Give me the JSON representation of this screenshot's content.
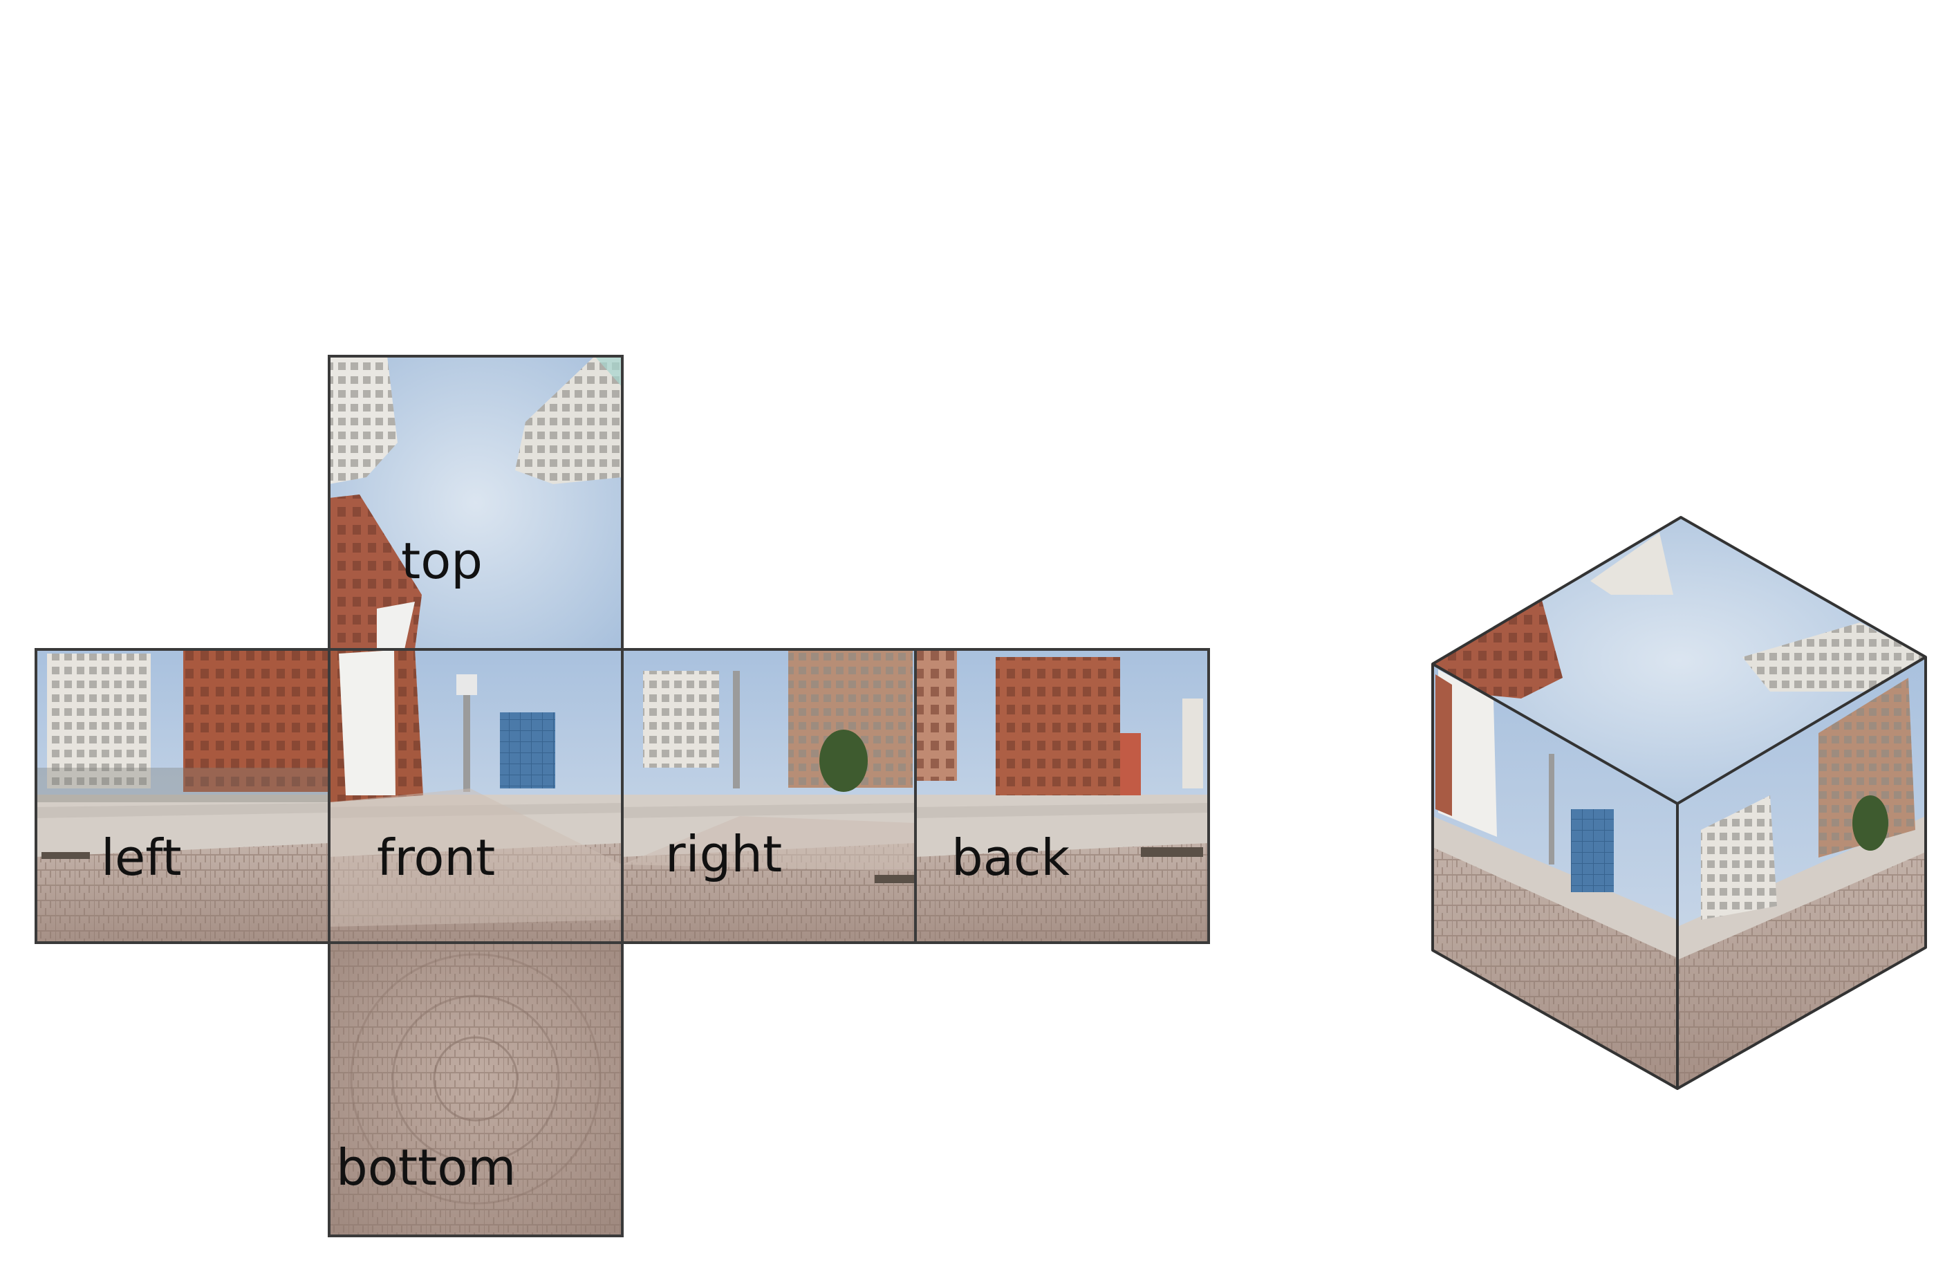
{
  "net": {
    "faces": {
      "top": "top",
      "left": "left",
      "front": "front",
      "right": "right",
      "back": "back",
      "bottom": "bottom"
    }
  },
  "colors": {
    "sky": "#b9cce2",
    "sky_light": "#d8e2ee",
    "pavement": "#b7a49a",
    "pavement_dark": "#9a8378",
    "plaza": "#d9d3cc",
    "brick": "#a65a43",
    "tower_light": "#e6e3dd",
    "glass": "#4a79a8",
    "border": "#3a3a3a"
  }
}
